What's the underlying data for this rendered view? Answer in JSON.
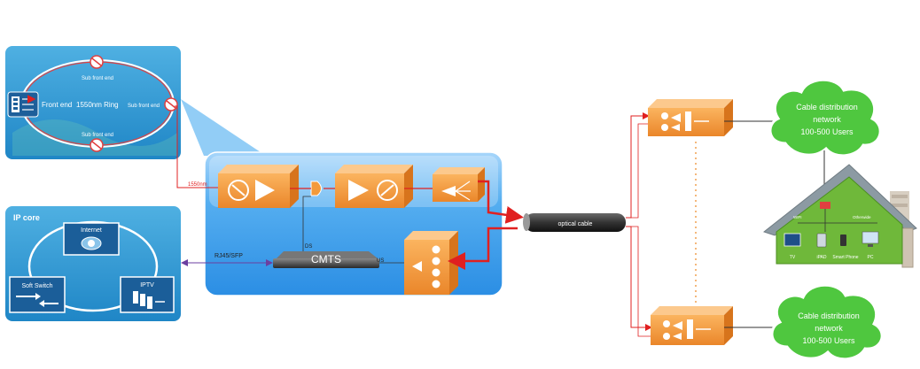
{
  "ring_panel": {
    "front_end_label": "Front end",
    "ring_label": "1550nm Ring",
    "sub_front_end_top": "Sub front end",
    "sub_front_end_right": "Sub front end",
    "sub_front_end_bottom": "Sub front end"
  },
  "ip_core_panel": {
    "title": "IP core",
    "internet_label": "Internet",
    "soft_switch_label": "Soft Switch",
    "iptv_label": "IPTV"
  },
  "headend": {
    "fiber_label": "1550nm",
    "cmts_label": "CMTS",
    "rj45_label": "RJ45/SFP",
    "ds_label": "DS",
    "us_label": "US"
  },
  "optical_cable_label": "optical  cable",
  "cloud_top": {
    "line1": "Cable distribution",
    "line2": "network",
    "line3": "100-500 Users"
  },
  "cloud_bottom": {
    "line1": "Cable distribution",
    "line2": "network",
    "line3": "100-500 Users"
  },
  "house": {
    "wifi_label": "WIFI",
    "otherwide_label": "Otherwide",
    "devices": [
      "TV",
      "iPAD",
      "Smart Phone",
      "PC"
    ]
  },
  "colors": {
    "panel_blue": "#2f97d4",
    "headend_blue": "#3d9be6",
    "orange": "#f39a3a",
    "signal_red": "#e02020",
    "cloud_green": "#4fc73f",
    "house_green": "#6fb83a"
  }
}
